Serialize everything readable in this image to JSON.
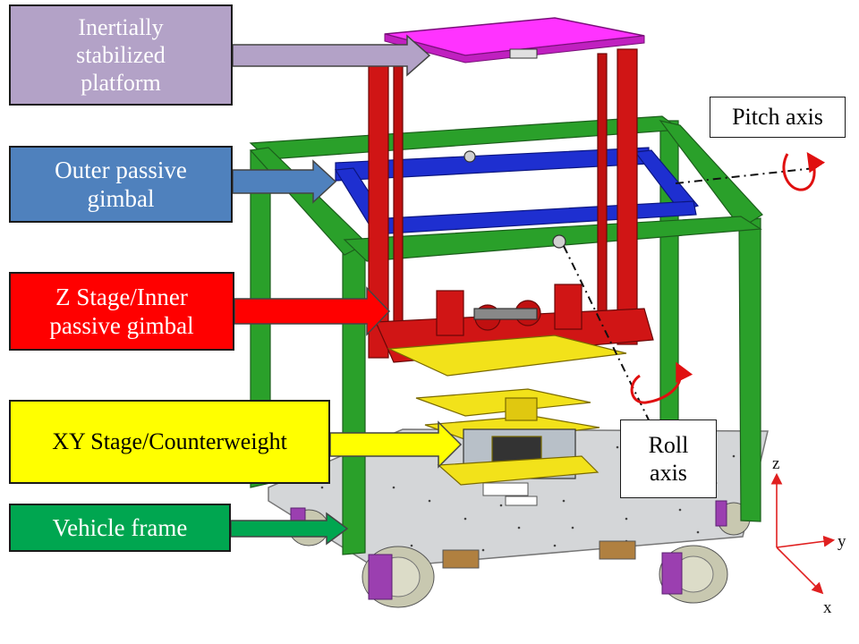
{
  "labels": {
    "platform": {
      "lines": [
        "Inertially",
        "stabilized",
        "platform"
      ],
      "fill": "#b3a2c7",
      "text_color": "#ffffff"
    },
    "outer_gimbal": {
      "lines": [
        "Outer passive",
        "gimbal"
      ],
      "fill": "#4f81bd",
      "text_color": "#ffffff"
    },
    "z_stage": {
      "lines": [
        "Z Stage/Inner",
        "passive gimbal"
      ],
      "fill": "#ff0000",
      "text_color": "#ffffff"
    },
    "xy_stage": {
      "lines": [
        "XY Stage/Counterweight"
      ],
      "fill": "#ffff00",
      "text_color": "#000000"
    },
    "vehicle_frame": {
      "lines": [
        "Vehicle frame"
      ],
      "fill": "#00a650",
      "text_color": "#ffffff"
    },
    "pitch_axis": {
      "lines": [
        "Pitch axis"
      ],
      "fill": "#ffffff",
      "text_color": "#000000"
    },
    "roll_axis": {
      "lines": [
        "Roll",
        "axis"
      ],
      "fill": "#ffffff",
      "text_color": "#000000"
    }
  },
  "axes": {
    "z": "z",
    "y": "y",
    "x": "x",
    "color": "#e02020"
  },
  "colors": {
    "platform_plate": "#ff33ff",
    "red_frame": "#d01515",
    "green_frame": "#2aa02a",
    "blue_gimbal": "#1e2fd0",
    "yellow_stage": "#f2e21a",
    "base_plate": "#d4d6d8",
    "wheel": "#c8c8b0",
    "wheel_hub": "#9b3fb0",
    "rotation_arrow": "#e01010"
  }
}
